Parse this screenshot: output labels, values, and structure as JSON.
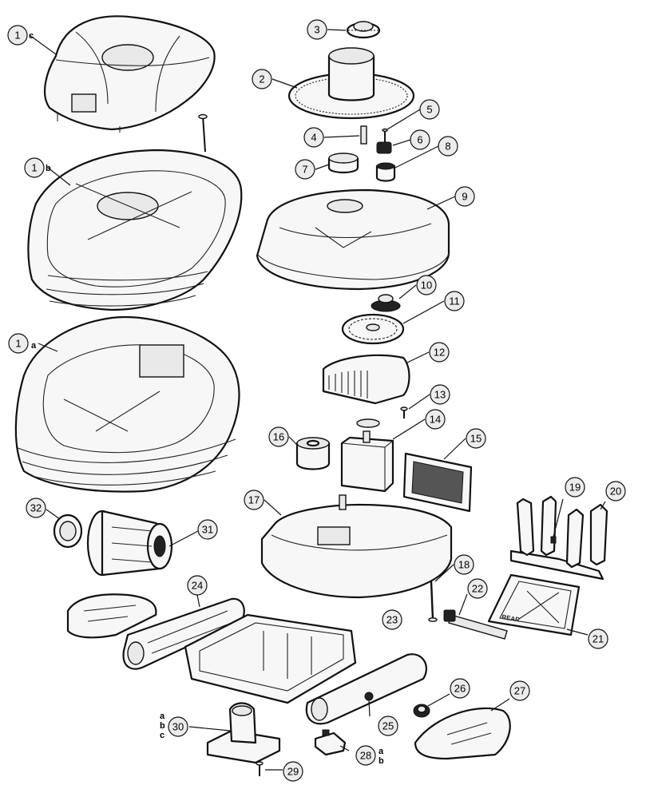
{
  "callouts": [
    {
      "id": "1c",
      "number": "1",
      "suffix": "c"
    },
    {
      "id": "1b",
      "number": "1",
      "suffix": "b"
    },
    {
      "id": "1a",
      "number": "1",
      "suffix": "a"
    },
    {
      "id": "2",
      "number": "2"
    },
    {
      "id": "3",
      "number": "3"
    },
    {
      "id": "4",
      "number": "4"
    },
    {
      "id": "5",
      "number": "5"
    },
    {
      "id": "6",
      "number": "6"
    },
    {
      "id": "7",
      "number": "7"
    },
    {
      "id": "8",
      "number": "8"
    },
    {
      "id": "9",
      "number": "9"
    },
    {
      "id": "10",
      "number": "10"
    },
    {
      "id": "11",
      "number": "11"
    },
    {
      "id": "12",
      "number": "12"
    },
    {
      "id": "13",
      "number": "13"
    },
    {
      "id": "14",
      "number": "14"
    },
    {
      "id": "15",
      "number": "15"
    },
    {
      "id": "16",
      "number": "16"
    },
    {
      "id": "17",
      "number": "17"
    },
    {
      "id": "18",
      "number": "18"
    },
    {
      "id": "19",
      "number": "19"
    },
    {
      "id": "20",
      "number": "20"
    },
    {
      "id": "21",
      "number": "21"
    },
    {
      "id": "22",
      "number": "22"
    },
    {
      "id": "23",
      "number": "23"
    },
    {
      "id": "24",
      "number": "24"
    },
    {
      "id": "25",
      "number": "25"
    },
    {
      "id": "26",
      "number": "26"
    },
    {
      "id": "27",
      "number": "27"
    },
    {
      "id": "28",
      "number": "28",
      "suffix_stack": [
        "a",
        "b"
      ]
    },
    {
      "id": "29",
      "number": "29"
    },
    {
      "id": "30",
      "number": "30",
      "prefix_stack": [
        "a",
        "b",
        "c"
      ]
    },
    {
      "id": "31",
      "number": "31"
    },
    {
      "id": "32",
      "number": "32"
    }
  ],
  "labels": {
    "rear_panel_text": "REAR"
  }
}
